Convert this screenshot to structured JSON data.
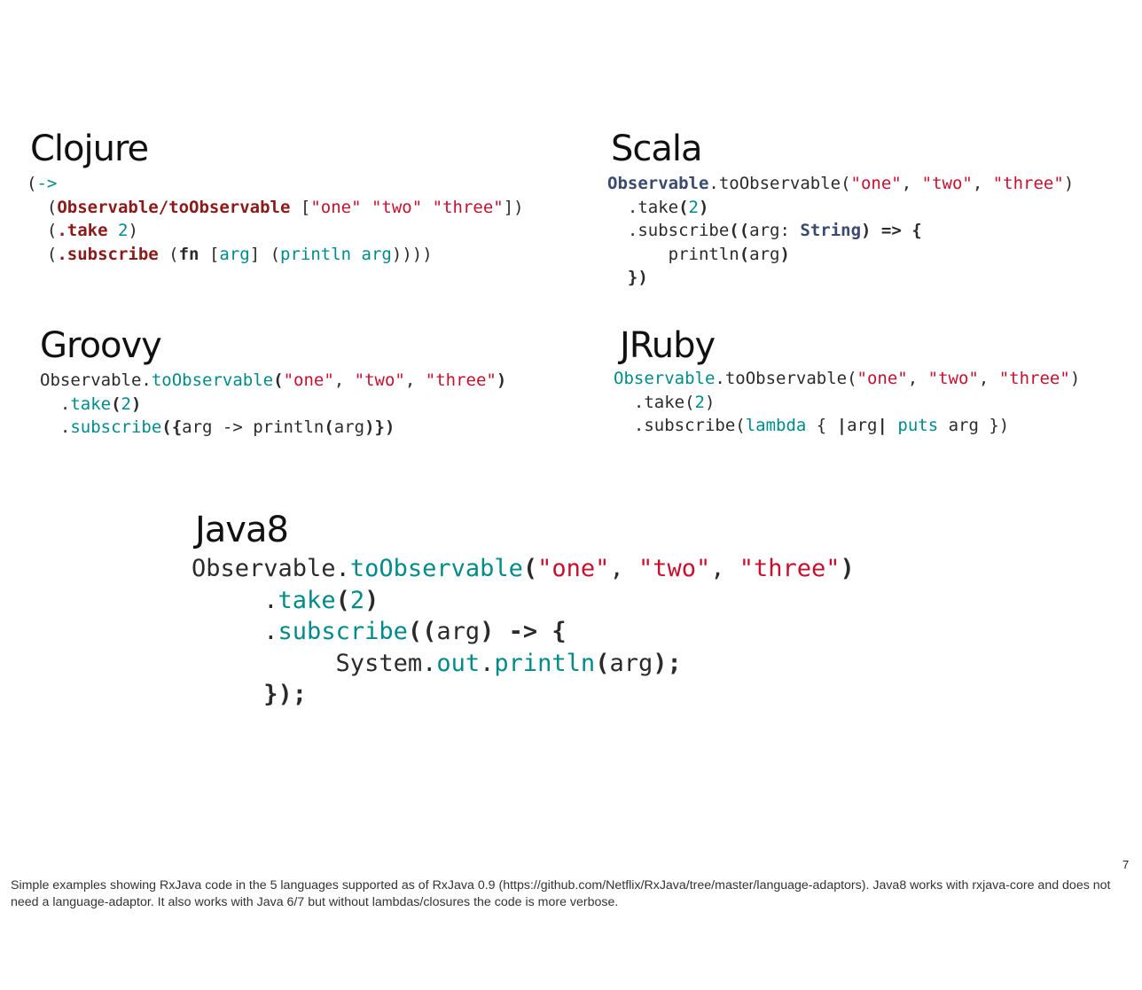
{
  "sections": {
    "clojure": {
      "title": "Clojure",
      "lines": [
        [
          {
            "t": "(",
            "c": ""
          },
          {
            "t": "->",
            "c": "teal"
          }
        ],
        [
          {
            "t": "  (",
            "c": ""
          },
          {
            "t": "Observable/toObservable",
            "c": "maroon"
          },
          {
            "t": " [",
            "c": ""
          },
          {
            "t": "\"one\"",
            "c": "red"
          },
          {
            "t": " ",
            "c": ""
          },
          {
            "t": "\"two\"",
            "c": "red"
          },
          {
            "t": " ",
            "c": ""
          },
          {
            "t": "\"three\"",
            "c": "red"
          },
          {
            "t": "])",
            "c": ""
          }
        ],
        [
          {
            "t": "  (",
            "c": ""
          },
          {
            "t": ".take",
            "c": "maroon"
          },
          {
            "t": " ",
            "c": ""
          },
          {
            "t": "2",
            "c": "teal"
          },
          {
            "t": ")",
            "c": ""
          }
        ],
        [
          {
            "t": "  (",
            "c": ""
          },
          {
            "t": ".subscribe",
            "c": "maroon"
          },
          {
            "t": " (",
            "c": ""
          },
          {
            "t": "fn",
            "c": "bold"
          },
          {
            "t": " [",
            "c": ""
          },
          {
            "t": "arg",
            "c": "teal"
          },
          {
            "t": "] (",
            "c": ""
          },
          {
            "t": "println arg",
            "c": "teal"
          },
          {
            "t": "))))",
            "c": ""
          }
        ]
      ]
    },
    "scala": {
      "title": "Scala",
      "lines": [
        [
          {
            "t": "Observable",
            "c": "navy"
          },
          {
            "t": ".toObservable(",
            "c": ""
          },
          {
            "t": "\"one\"",
            "c": "red"
          },
          {
            "t": ", ",
            "c": ""
          },
          {
            "t": "\"two\"",
            "c": "red"
          },
          {
            "t": ", ",
            "c": ""
          },
          {
            "t": "\"three\"",
            "c": "red"
          },
          {
            "t": ")",
            "c": ""
          }
        ],
        [
          {
            "t": "  .take",
            "c": ""
          },
          {
            "t": "(",
            "c": "bold"
          },
          {
            "t": "2",
            "c": "teal"
          },
          {
            "t": ")",
            "c": "bold"
          }
        ],
        [
          {
            "t": "  .subscribe",
            "c": ""
          },
          {
            "t": "((",
            "c": "bold"
          },
          {
            "t": "arg: ",
            "c": ""
          },
          {
            "t": "String",
            "c": "navy"
          },
          {
            "t": ") => {",
            "c": "bold"
          }
        ],
        [
          {
            "t": "      println",
            "c": ""
          },
          {
            "t": "(",
            "c": "bold"
          },
          {
            "t": "arg",
            "c": ""
          },
          {
            "t": ")",
            "c": "bold"
          }
        ],
        [
          {
            "t": "  })",
            "c": "bold"
          }
        ]
      ]
    },
    "groovy": {
      "title": "Groovy",
      "lines": [
        [
          {
            "t": "Observable.",
            "c": ""
          },
          {
            "t": "toObservable",
            "c": "teal"
          },
          {
            "t": "(",
            "c": "bold"
          },
          {
            "t": "\"one\"",
            "c": "red"
          },
          {
            "t": ", ",
            "c": ""
          },
          {
            "t": "\"two\"",
            "c": "red"
          },
          {
            "t": ", ",
            "c": ""
          },
          {
            "t": "\"three\"",
            "c": "red"
          },
          {
            "t": ")",
            "c": "bold"
          }
        ],
        [
          {
            "t": "  .",
            "c": ""
          },
          {
            "t": "take",
            "c": "teal"
          },
          {
            "t": "(",
            "c": "bold"
          },
          {
            "t": "2",
            "c": "teal"
          },
          {
            "t": ")",
            "c": "bold"
          }
        ],
        [
          {
            "t": "  .",
            "c": ""
          },
          {
            "t": "subscribe",
            "c": "teal"
          },
          {
            "t": "({",
            "c": "bold"
          },
          {
            "t": "arg -> println",
            "c": ""
          },
          {
            "t": "(",
            "c": "bold"
          },
          {
            "t": "arg",
            "c": ""
          },
          {
            "t": ")})",
            "c": "bold"
          }
        ]
      ]
    },
    "jruby": {
      "title": "JRuby",
      "lines": [
        [
          {
            "t": "Observable",
            "c": "teal"
          },
          {
            "t": ".toObservable(",
            "c": ""
          },
          {
            "t": "\"one\"",
            "c": "red"
          },
          {
            "t": ", ",
            "c": ""
          },
          {
            "t": "\"two\"",
            "c": "red"
          },
          {
            "t": ", ",
            "c": ""
          },
          {
            "t": "\"three\"",
            "c": "red"
          },
          {
            "t": ")",
            "c": ""
          }
        ],
        [
          {
            "t": "  .take(",
            "c": ""
          },
          {
            "t": "2",
            "c": "teal"
          },
          {
            "t": ")",
            "c": ""
          }
        ],
        [
          {
            "t": "  .subscribe(",
            "c": ""
          },
          {
            "t": "lambda",
            "c": "teal"
          },
          {
            "t": " { ",
            "c": ""
          },
          {
            "t": "|",
            "c": "bold"
          },
          {
            "t": "arg",
            "c": ""
          },
          {
            "t": "|",
            "c": "bold"
          },
          {
            "t": " ",
            "c": ""
          },
          {
            "t": "puts",
            "c": "teal"
          },
          {
            "t": " arg })",
            "c": ""
          }
        ]
      ]
    },
    "java8": {
      "title": "Java8",
      "lines": [
        [
          {
            "t": "Observable.",
            "c": ""
          },
          {
            "t": "toObservable",
            "c": "teal"
          },
          {
            "t": "(",
            "c": "bold"
          },
          {
            "t": "\"one\"",
            "c": "red"
          },
          {
            "t": ", ",
            "c": ""
          },
          {
            "t": "\"two\"",
            "c": "red"
          },
          {
            "t": ", ",
            "c": ""
          },
          {
            "t": "\"three\"",
            "c": "red"
          },
          {
            "t": ")",
            "c": "bold"
          }
        ],
        [
          {
            "t": "     .",
            "c": ""
          },
          {
            "t": "take",
            "c": "teal"
          },
          {
            "t": "(",
            "c": "bold"
          },
          {
            "t": "2",
            "c": "teal"
          },
          {
            "t": ")",
            "c": "bold"
          }
        ],
        [
          {
            "t": "     .",
            "c": ""
          },
          {
            "t": "subscribe",
            "c": "teal"
          },
          {
            "t": "((",
            "c": "bold"
          },
          {
            "t": "arg",
            "c": ""
          },
          {
            "t": ") -> {",
            "c": "bold"
          }
        ],
        [
          {
            "t": "          System.",
            "c": ""
          },
          {
            "t": "out",
            "c": "teal"
          },
          {
            "t": ".",
            "c": ""
          },
          {
            "t": "println",
            "c": "teal"
          },
          {
            "t": "(",
            "c": "bold"
          },
          {
            "t": "arg",
            "c": ""
          },
          {
            "t": ");",
            "c": "bold"
          }
        ],
        [
          {
            "t": "     });",
            "c": "bold"
          }
        ]
      ]
    }
  },
  "page_number": "7",
  "speaker_note": "Simple examples showing RxJava code in the 5 languages supported as of RxJava 0.9 (https://github.com/Netflix/RxJava/tree/master/language-adaptors). Java8 works with rxjava-core and does not need a language-adaptor. It also works with Java 6/7 but without lambdas/closures the code is more verbose."
}
